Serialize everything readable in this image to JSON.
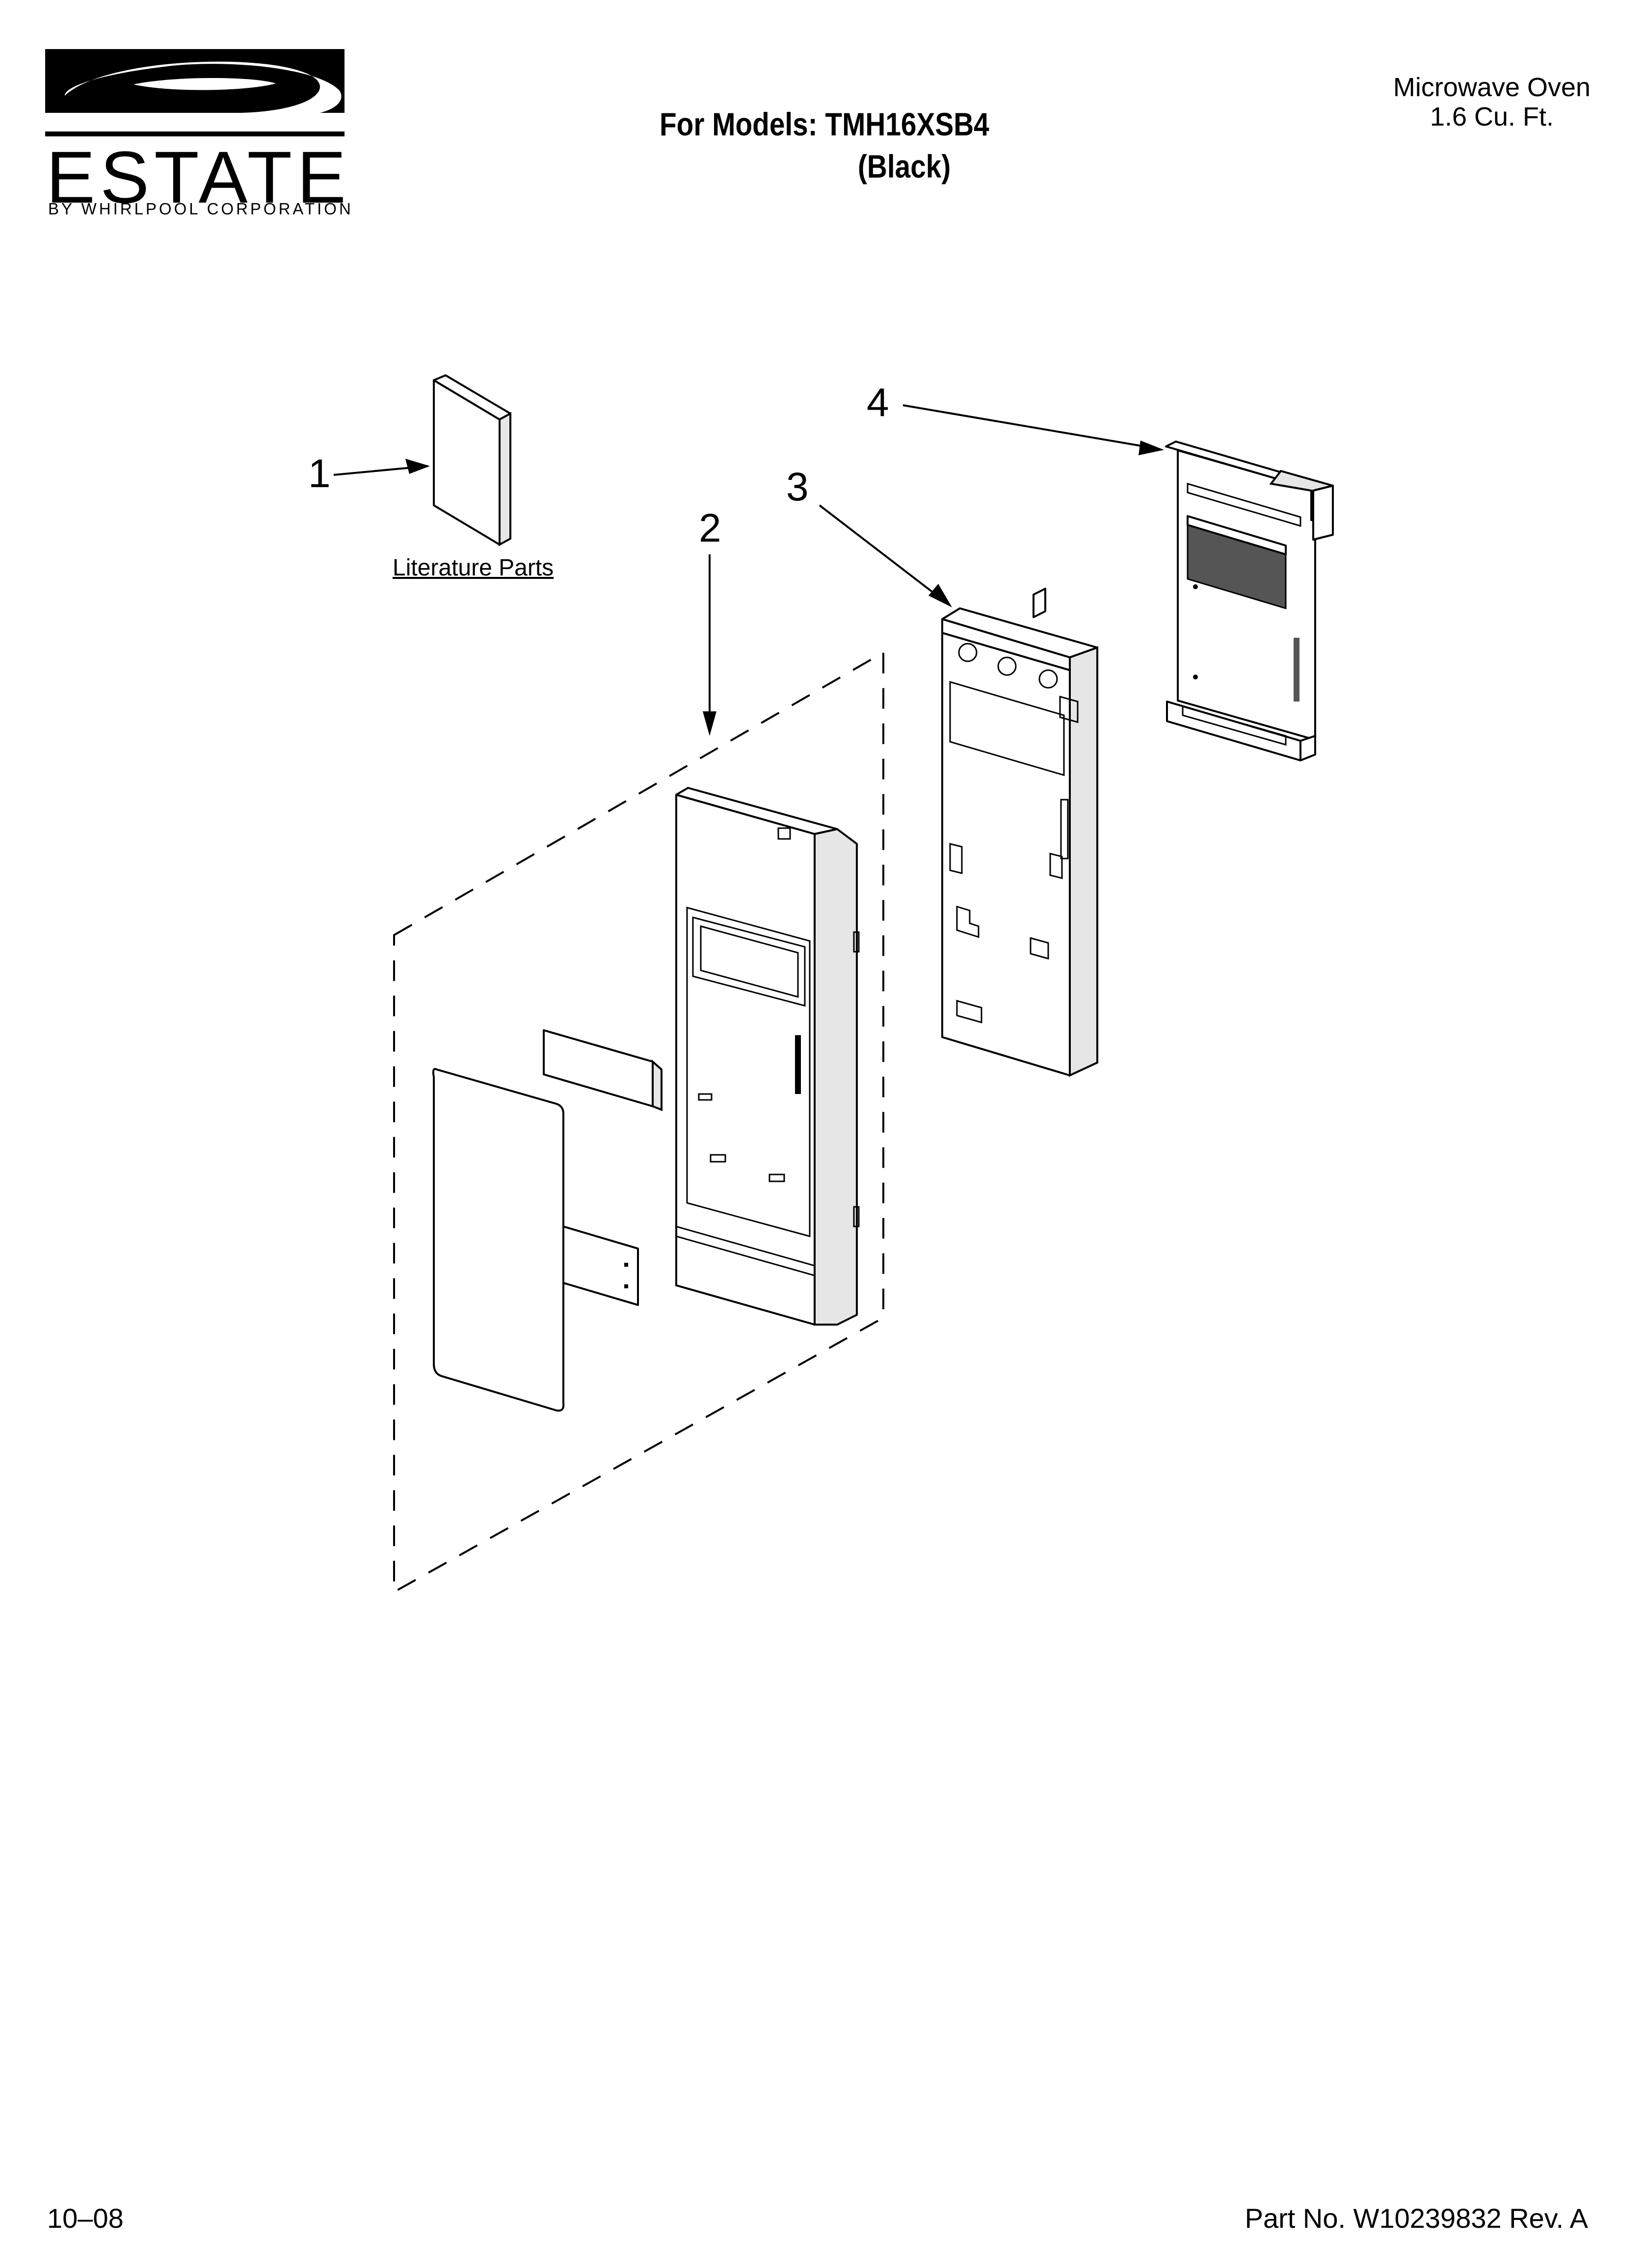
{
  "header": {
    "brand": "ESTATE",
    "brand_sub": "BY WHIRLPOOL CORPORATION",
    "models_line": "For Models: TMH16XSB4",
    "color_line": "(Black)",
    "product_line1": "Microwave Oven",
    "product_line2": "1.6 Cu. Ft."
  },
  "diagram": {
    "callouts": [
      "1",
      "2",
      "3",
      "4"
    ],
    "literature_label": "Literature Parts"
  },
  "footer": {
    "date": "10–08",
    "part_number": "Part No. W10239832 Rev. A"
  }
}
